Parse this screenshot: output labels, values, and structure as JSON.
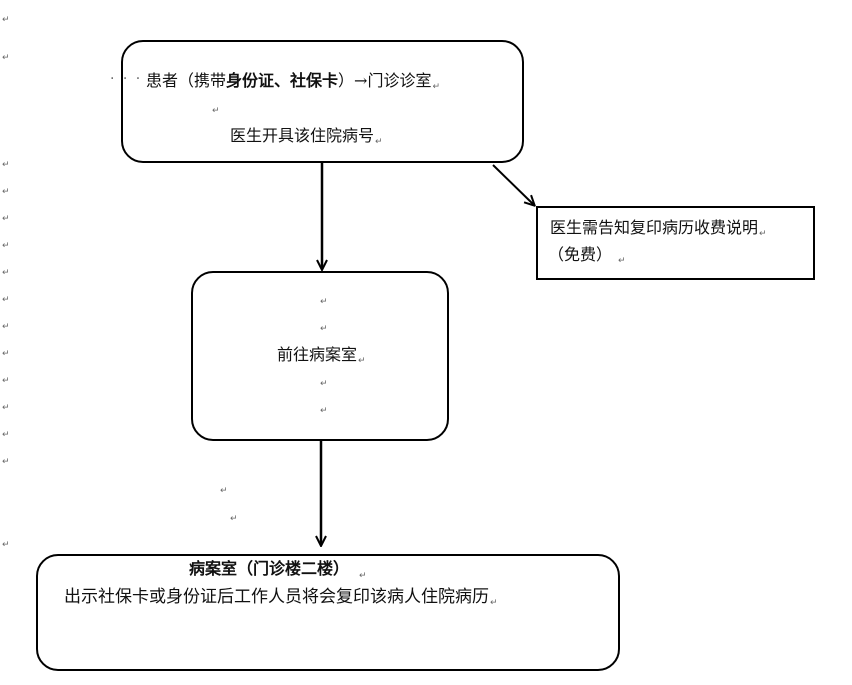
{
  "box1": {
    "line1_part1": "患者（携带",
    "line1_bold": "身份证、社保卡",
    "line1_part2": "）→门诊诊室",
    "line2": "医生开具该住院病号"
  },
  "side_box": {
    "line1": "医生需告知复印病历收费说明",
    "line2": "（免费）"
  },
  "box2": {
    "text": "前往病案室"
  },
  "box3": {
    "title": "病案室（门诊楼二楼）",
    "body": "出示社保卡或身份证后工作人员将会复印该病人住院病历"
  },
  "marks": {
    "paragraph": "↵",
    "leader_dots": "· · ·"
  }
}
